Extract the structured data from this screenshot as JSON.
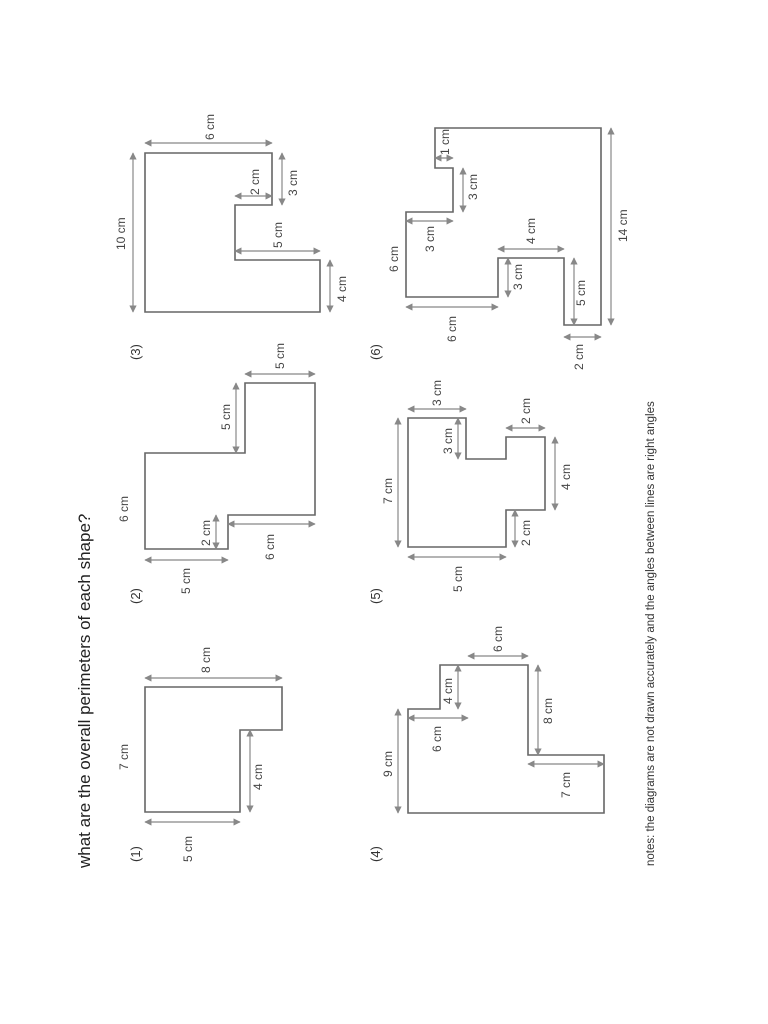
{
  "title": "what are the overall perimeters of each shape?",
  "note": "notes: the diagrams are not drawn accurately and the angles between lines are right angles",
  "shapes": [
    {
      "number": "(1)",
      "labels": [
        "8 cm",
        "7 cm",
        "4 cm",
        "5 cm"
      ]
    },
    {
      "number": "(2)",
      "labels": [
        "5 cm",
        "5 cm",
        "6 cm",
        "2 cm",
        "6 cm",
        "5 cm"
      ]
    },
    {
      "number": "(3)",
      "labels": [
        "6 cm",
        "10 cm",
        "2 cm",
        "3 cm",
        "5 cm",
        "4 cm"
      ]
    },
    {
      "number": "(4)",
      "labels": [
        "6 cm",
        "9 cm",
        "4 cm",
        "6 cm",
        "8 cm",
        "7 cm"
      ]
    },
    {
      "number": "(5)",
      "labels": [
        "3 cm",
        "7 cm",
        "3 cm",
        "2 cm",
        "4 cm",
        "2 cm",
        "5 cm"
      ]
    },
    {
      "number": "(6)",
      "labels": [
        "1 cm",
        "3 cm",
        "6 cm",
        "3 cm",
        "4 cm",
        "3 cm",
        "6 cm",
        "5 cm",
        "14 cm",
        "2 cm"
      ]
    }
  ]
}
